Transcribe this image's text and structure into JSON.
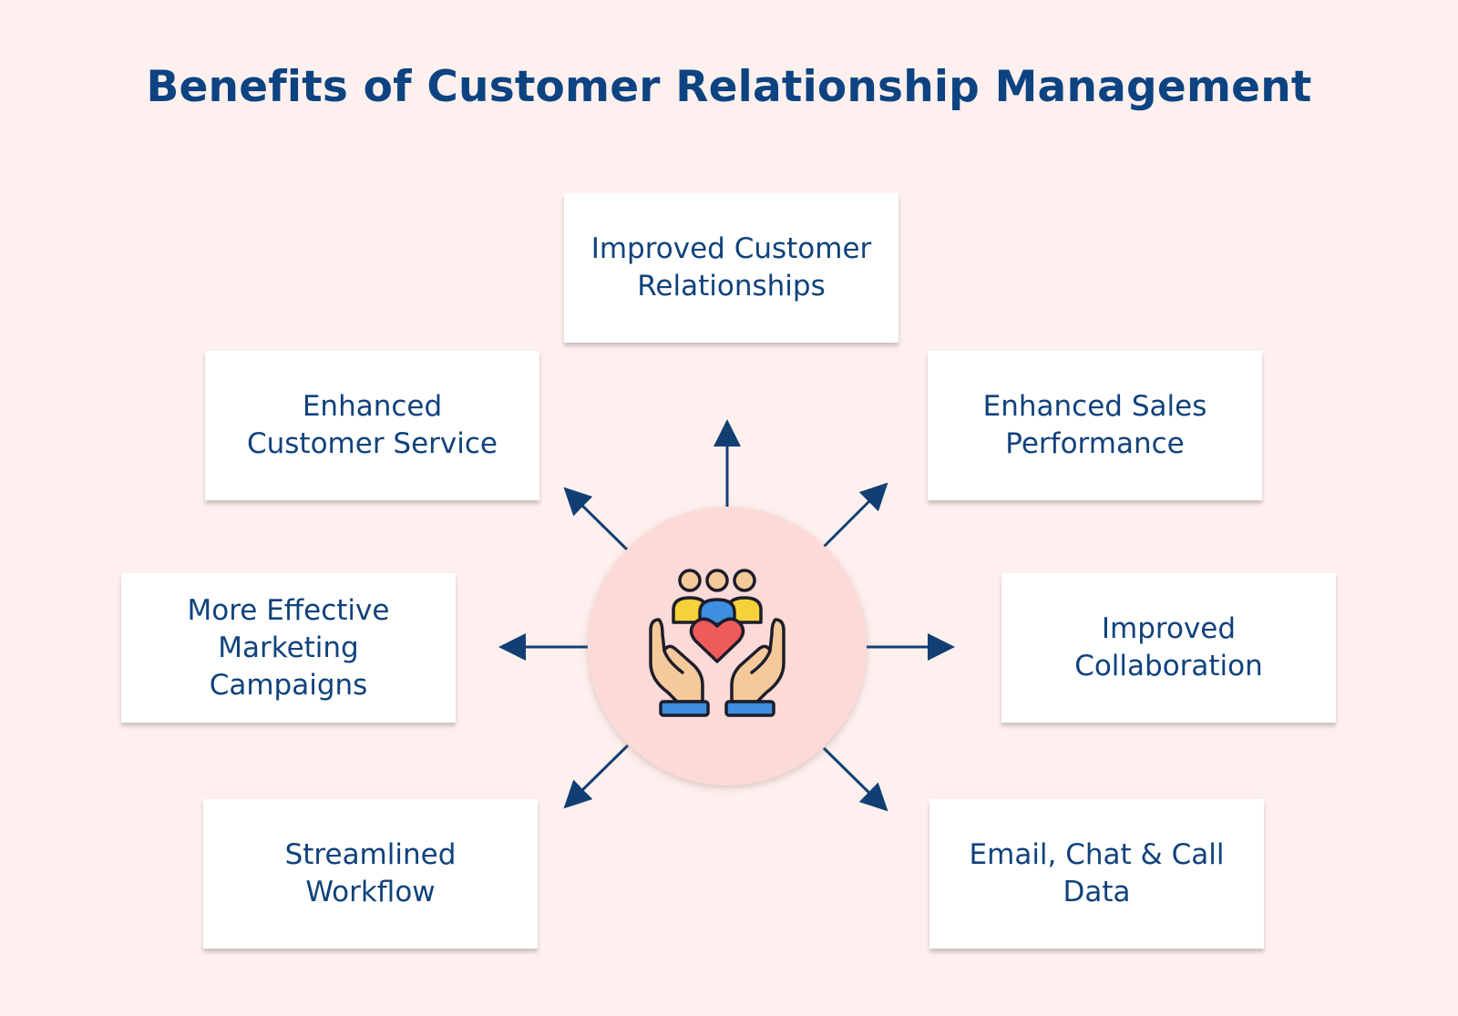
{
  "title": "Benefits of Customer Relationship Management",
  "benefits": [
    {
      "label": "Improved Customer\nRelationships"
    },
    {
      "label": "Enhanced\nCustomer Service"
    },
    {
      "label": "Enhanced Sales\nPerformance"
    },
    {
      "label": "More Effective\nMarketing\nCampaigns"
    },
    {
      "label": "Improved\nCollaboration"
    },
    {
      "label": "Streamlined\nWorkflow"
    },
    {
      "label": "Email, Chat & Call\nData"
    }
  ],
  "center_icon": "hands-holding-people-heart-icon",
  "colors": {
    "background": "#fdf0ee",
    "title": "#0d4381",
    "text": "#10427c",
    "arrow": "#123f73",
    "circle": "#fcdad8"
  }
}
